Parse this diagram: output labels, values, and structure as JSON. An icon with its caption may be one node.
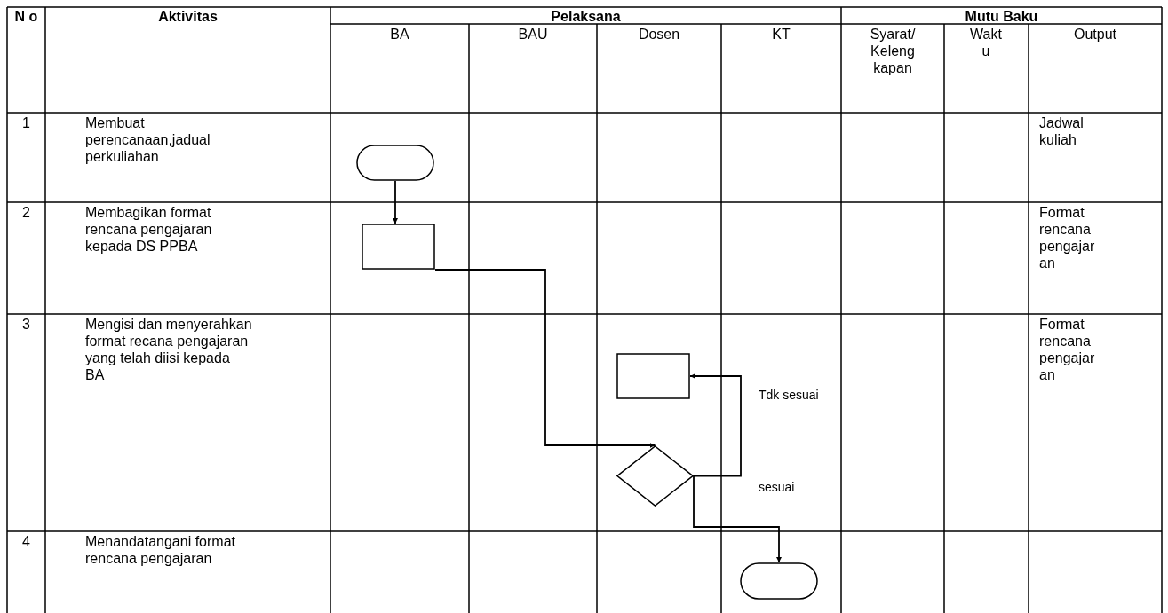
{
  "diagram": {
    "nodes": [
      {
        "text": [],
        "shape": "pill"
      },
      {
        "text": [],
        "shape": "box"
      },
      {
        "text": [],
        "shape": "box"
      },
      {
        "text": [],
        "shape": "diamond"
      },
      {
        "text": [],
        "shape": "pill"
      }
    ],
    "edges": [
      {
        "from": 0,
        "to": 1,
        "arrow": "to"
      },
      {
        "from": 1,
        "to": 3,
        "arrow": "to"
      },
      {
        "from": 3,
        "to": 2,
        "arrow": "to",
        "label": "Tdk sesuai"
      },
      {
        "from": 3,
        "to": 4,
        "arrow": "to",
        "label": "sesuai"
      }
    ],
    "labels": [
      "N o",
      "Aktivitas",
      "Pelaksana",
      "Mutu Baku",
      "BA",
      "BAU",
      "Dosen",
      "KT",
      "Syarat/ Keleng kapan",
      "Wakt u",
      "Output",
      "1",
      "Membuat perencanaan,jadual perkuliahan",
      "Jadwal kuliah",
      "2",
      "Membagikan format rencana pengajaran kepada DS PPBA",
      "Format rencana pengajar an",
      "3",
      "Mengisi dan menyerahkan format recana pengajaran yang telah diisi kepada BA",
      "Format rencana pengajar an",
      "4",
      "Menandatangani format rencana pengajaran"
    ]
  }
}
